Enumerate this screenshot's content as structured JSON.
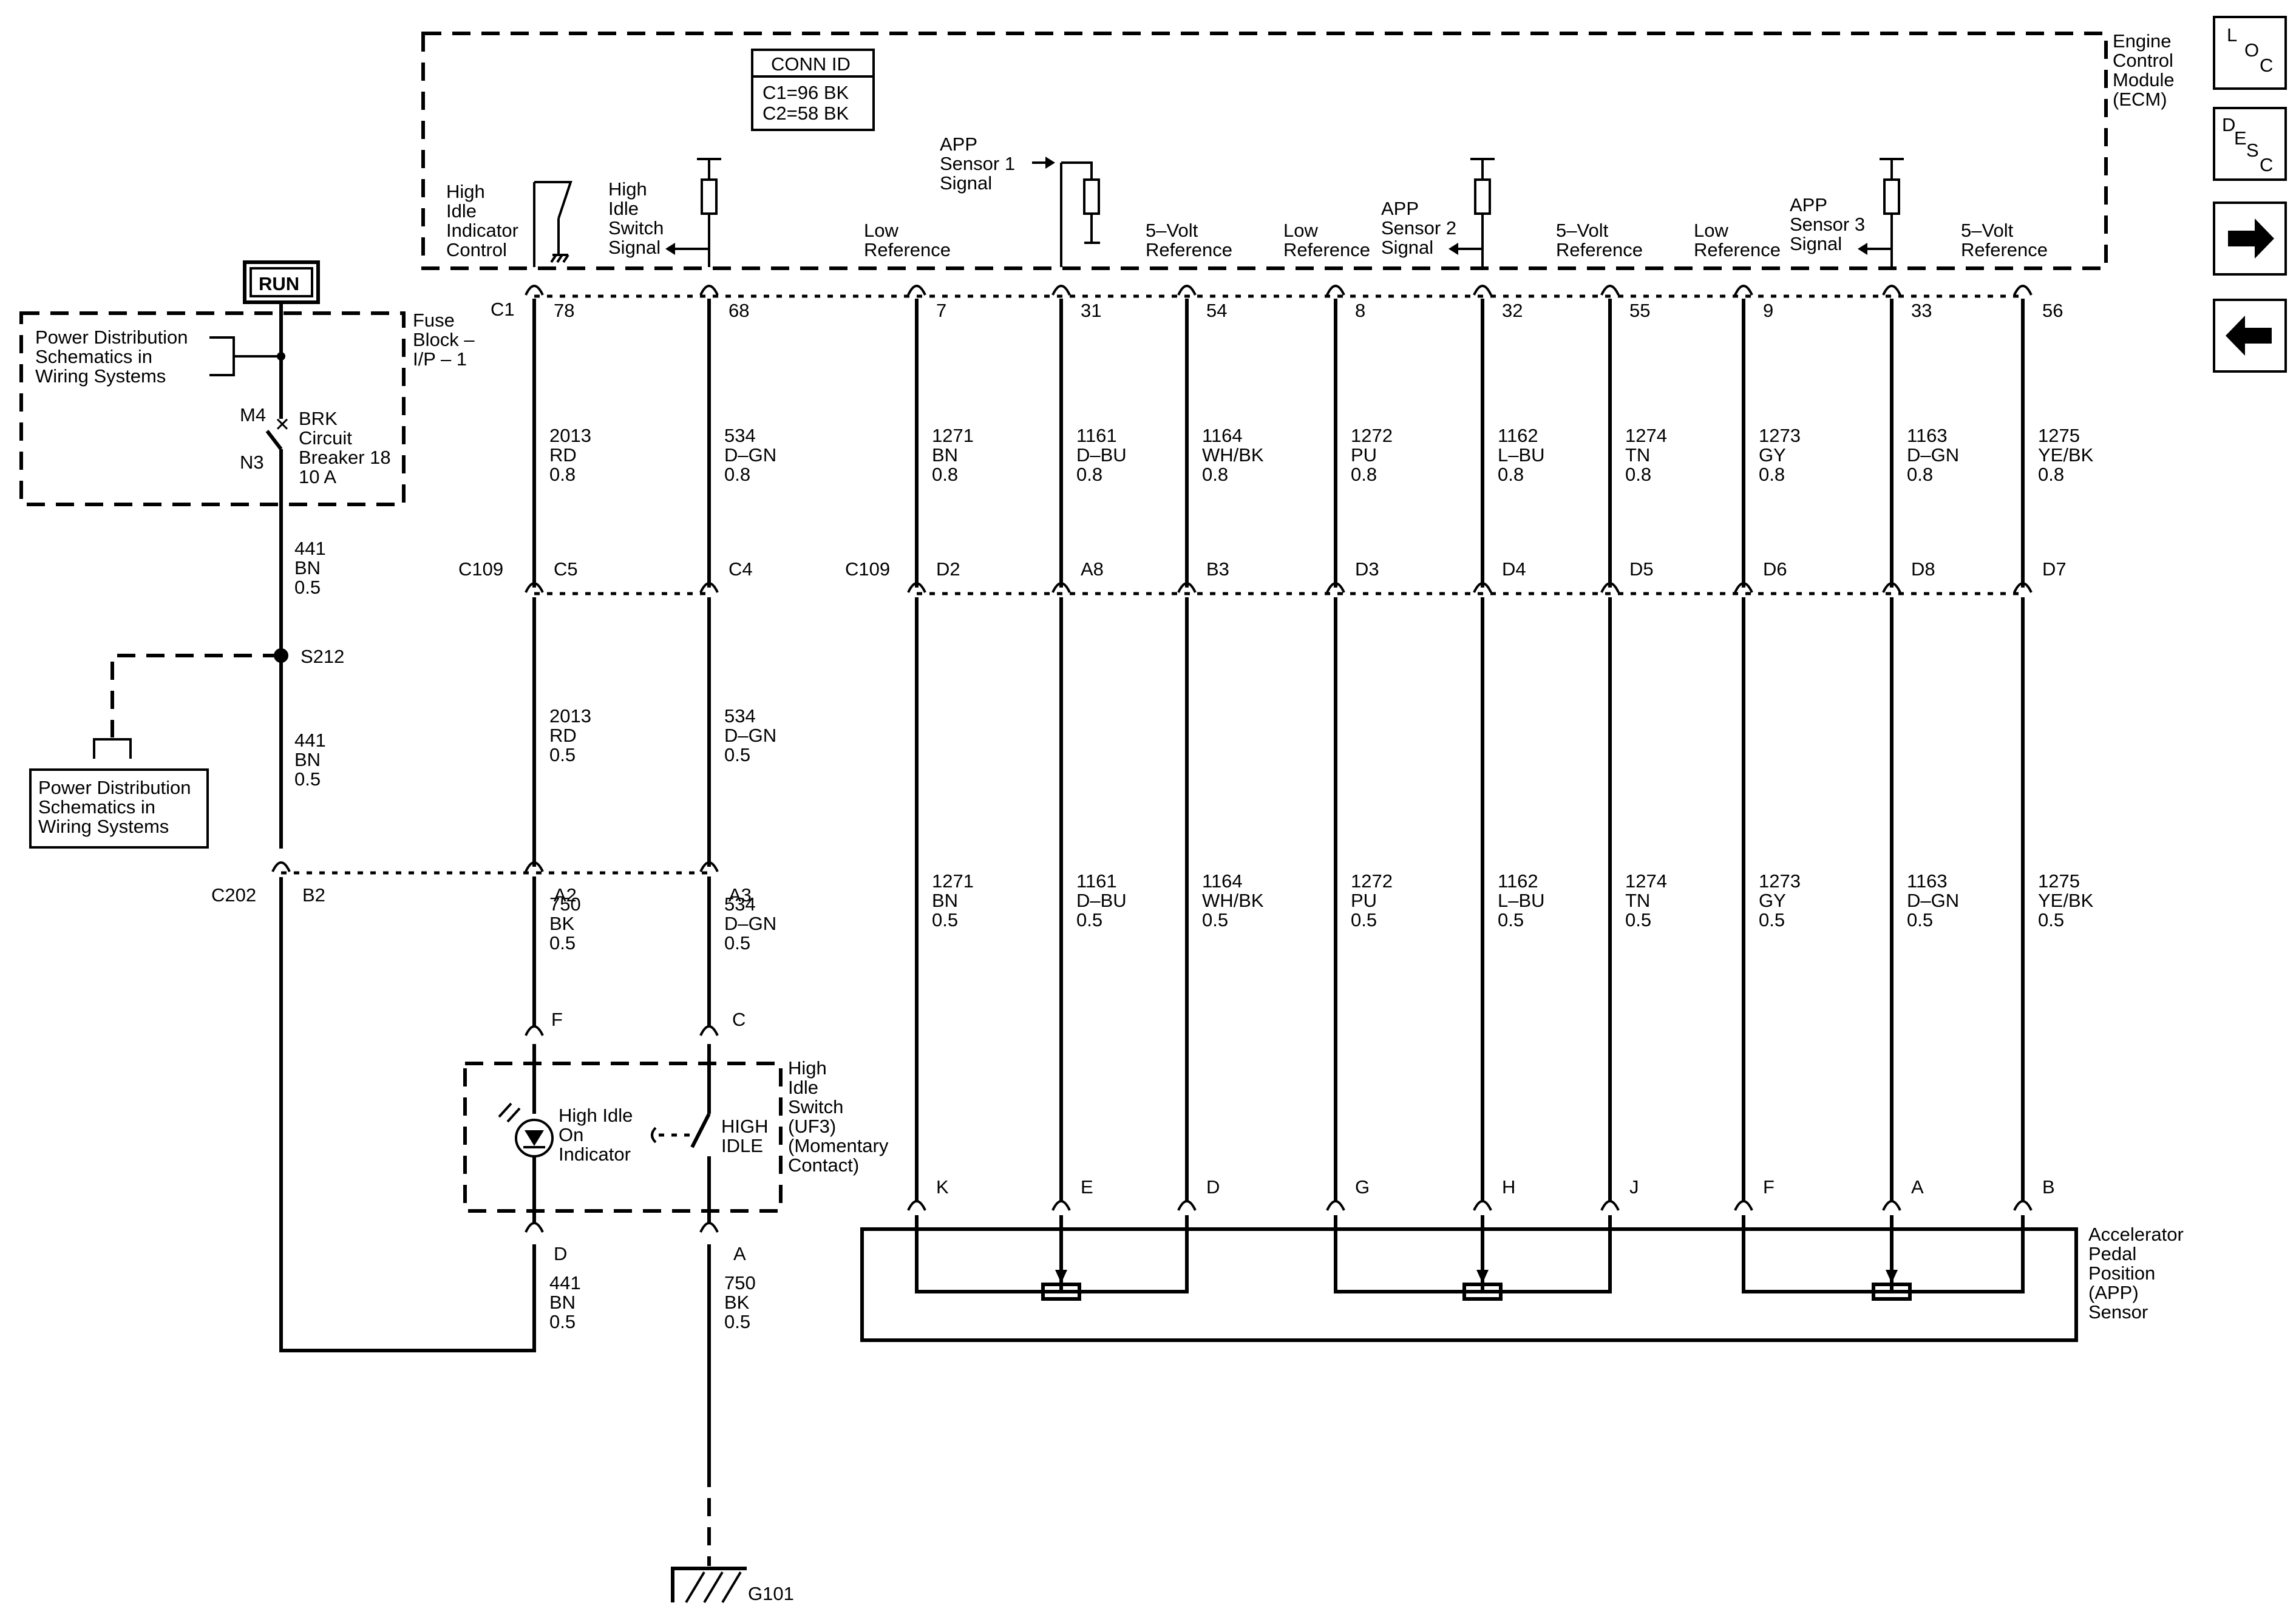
{
  "ecm": {
    "label": [
      "Engine",
      "Control",
      "Module",
      "(ECM)"
    ],
    "conn_id_title": "CONN ID",
    "conn_id_lines": [
      "C1=96 BK",
      "C2=58 BK"
    ]
  },
  "nav": {
    "loc": {
      "top": "L",
      "sub1": "O",
      "sub2": "C"
    },
    "desc": {
      "d": "D",
      "e": "E",
      "s": "S",
      "c": "C"
    },
    "forward_icon": "arrow-right-icon",
    "back_icon": "arrow-left-icon"
  },
  "run_label": "RUN",
  "power": {
    "box_label": [
      "Power Distribution",
      "Schematics in",
      "Wiring Systems"
    ],
    "fuse_block": [
      "Fuse",
      "Block –",
      "I/P – 1"
    ],
    "m4": "M4",
    "n3": "N3",
    "breaker": [
      "BRK",
      "Circuit",
      "Breaker 18",
      "10 A"
    ],
    "wire_441_a": [
      "441",
      "BN",
      "0.5"
    ],
    "splice": "S212",
    "wire_441_b": [
      "441",
      "BN",
      "0.5"
    ],
    "box2_label": [
      "Power Distribution",
      "Schematics in",
      "Wiring Systems"
    ]
  },
  "ecm_pins": {
    "connector": "C1",
    "high_idle_indicator": [
      "High",
      "Idle",
      "Indicator",
      "Control"
    ],
    "high_idle_switch": [
      "High",
      "Idle",
      "Switch",
      "Signal"
    ],
    "app1": [
      "APP",
      "Sensor 1",
      "Signal"
    ],
    "app2": [
      "APP",
      "Sensor 2",
      "Signal"
    ],
    "app3": [
      "APP",
      "Sensor 3",
      "Signal"
    ],
    "low_ref": [
      "Low",
      "Reference"
    ],
    "five_volt_ref": [
      "5–Volt",
      "Reference"
    ]
  },
  "columns": [
    {
      "pin": "78",
      "wire_top": [
        "2013",
        "RD",
        "0.8"
      ],
      "c109": "C5",
      "wire_mid": [
        "2013",
        "RD",
        "0.5"
      ],
      "c202": "A2",
      "wire_low": [
        "750",
        "BK",
        "0.5"
      ]
    },
    {
      "pin": "68",
      "wire_top": [
        "534",
        "D–GN",
        "0.8"
      ],
      "c109": "C4",
      "wire_mid": [
        "534",
        "D–GN",
        "0.5"
      ],
      "c202": "A3",
      "wire_low": [
        "534",
        "D–GN",
        "0.5"
      ]
    },
    {
      "pin": "7",
      "wire_top": [
        "1271",
        "BN",
        "0.8"
      ],
      "c109": "D2",
      "wire_bot": [
        "1271",
        "BN",
        "0.5"
      ],
      "app": "K"
    },
    {
      "pin": "31",
      "wire_top": [
        "1161",
        "D–BU",
        "0.8"
      ],
      "c109": "A8",
      "wire_bot": [
        "1161",
        "D–BU",
        "0.5"
      ],
      "app": "E"
    },
    {
      "pin": "54",
      "wire_top": [
        "1164",
        "WH/BK",
        "0.8"
      ],
      "c109": "B3",
      "wire_bot": [
        "1164",
        "WH/BK",
        "0.5"
      ],
      "app": "D"
    },
    {
      "pin": "8",
      "wire_top": [
        "1272",
        "PU",
        "0.8"
      ],
      "c109": "D3",
      "wire_bot": [
        "1272",
        "PU",
        "0.5"
      ],
      "app": "G"
    },
    {
      "pin": "32",
      "wire_top": [
        "1162",
        "L–BU",
        "0.8"
      ],
      "c109": "D4",
      "wire_bot": [
        "1162",
        "L–BU",
        "0.5"
      ],
      "app": "H"
    },
    {
      "pin": "55",
      "wire_top": [
        "1274",
        "TN",
        "0.8"
      ],
      "c109": "D5",
      "wire_bot": [
        "1274",
        "TN",
        "0.5"
      ],
      "app": "J"
    },
    {
      "pin": "9",
      "wire_top": [
        "1273",
        "GY",
        "0.8"
      ],
      "c109": "D6",
      "wire_bot": [
        "1273",
        "GY",
        "0.5"
      ],
      "app": "F"
    },
    {
      "pin": "33",
      "wire_top": [
        "1163",
        "D–GN",
        "0.8"
      ],
      "c109": "D8",
      "wire_bot": [
        "1163",
        "D–GN",
        "0.5"
      ],
      "app": "A"
    },
    {
      "pin": "56",
      "wire_top": [
        "1275",
        "YE/BK",
        "0.8"
      ],
      "c109": "D7",
      "wire_bot": [
        "1275",
        "YE/BK",
        "0.5"
      ],
      "app": "B"
    }
  ],
  "connectors": {
    "c109_left": "C109",
    "c109_right": "C109",
    "c202": "C202",
    "c202_b2": "B2"
  },
  "switch_panel": {
    "pin_f": "F",
    "pin_c": "C",
    "pin_d": "D",
    "pin_a": "A",
    "indicator": [
      "High Idle",
      "On",
      "Indicator"
    ],
    "switch_text": [
      "HIGH",
      "IDLE"
    ],
    "switch_label": [
      "High",
      "Idle",
      "Switch",
      "(UF3)",
      "(Momentary",
      "Contact)"
    ],
    "wire_d": [
      "441",
      "BN",
      "0.5"
    ],
    "wire_a": [
      "750",
      "BK",
      "0.5"
    ],
    "ground": "G101"
  },
  "app_sensor_label": [
    "Accelerator",
    "Pedal",
    "Position",
    "(APP)",
    "Sensor"
  ]
}
